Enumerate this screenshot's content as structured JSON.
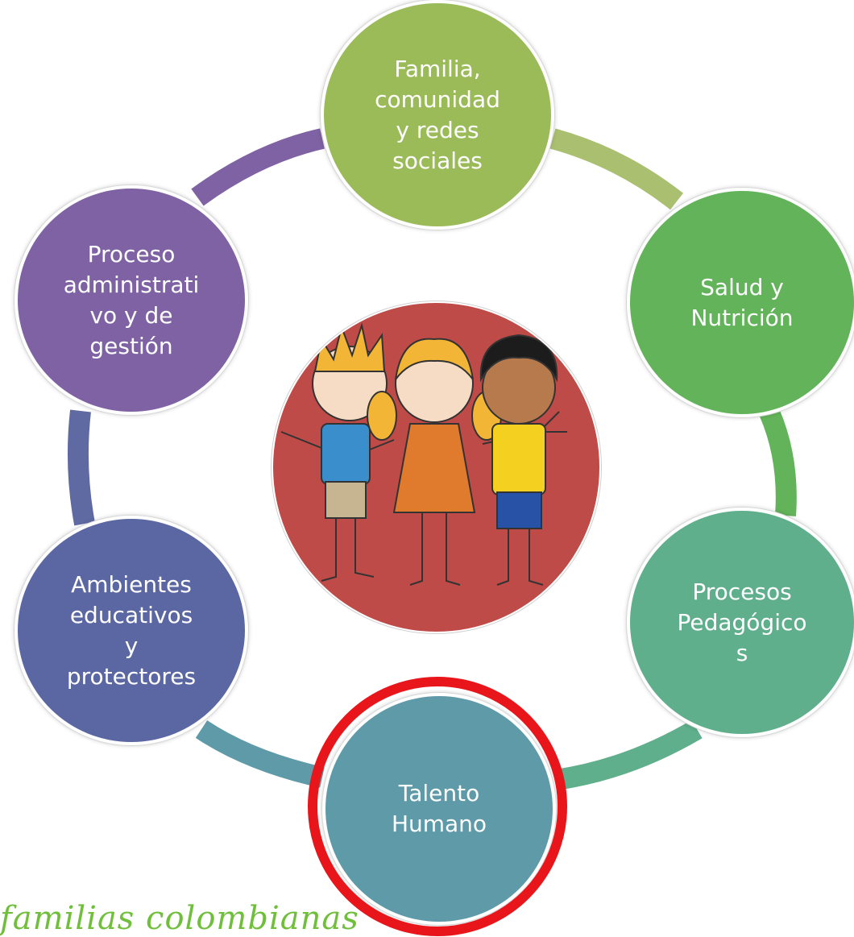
{
  "nodes": {
    "familia": "Familia,\ncomunidad\ny redes\nsociales",
    "salud": "Salud y\nNutrición",
    "procesos_pedagogicos": "Procesos\nPedagógico\ns",
    "talento": "Talento\nHumano",
    "ambientes": "Ambientes\neducativos\ny\nprotectores",
    "proceso_admin": "Proceso\nadministrati\nvo y de\ngestión"
  },
  "footer": {
    "text": "familias colombianas"
  },
  "colors": {
    "familia": "#9bbb59",
    "salud": "#62b35a",
    "procesos_pedagogicos": "#5fae8c",
    "talento": "#5e9aa8",
    "ambientes": "#5b67a3",
    "proceso_admin": "#7e62a3",
    "center": "#be4b48",
    "highlight": "#e8161b",
    "footer": "#6fbf3b"
  },
  "center_image": "children-illustration",
  "highlighted_node": "talento"
}
